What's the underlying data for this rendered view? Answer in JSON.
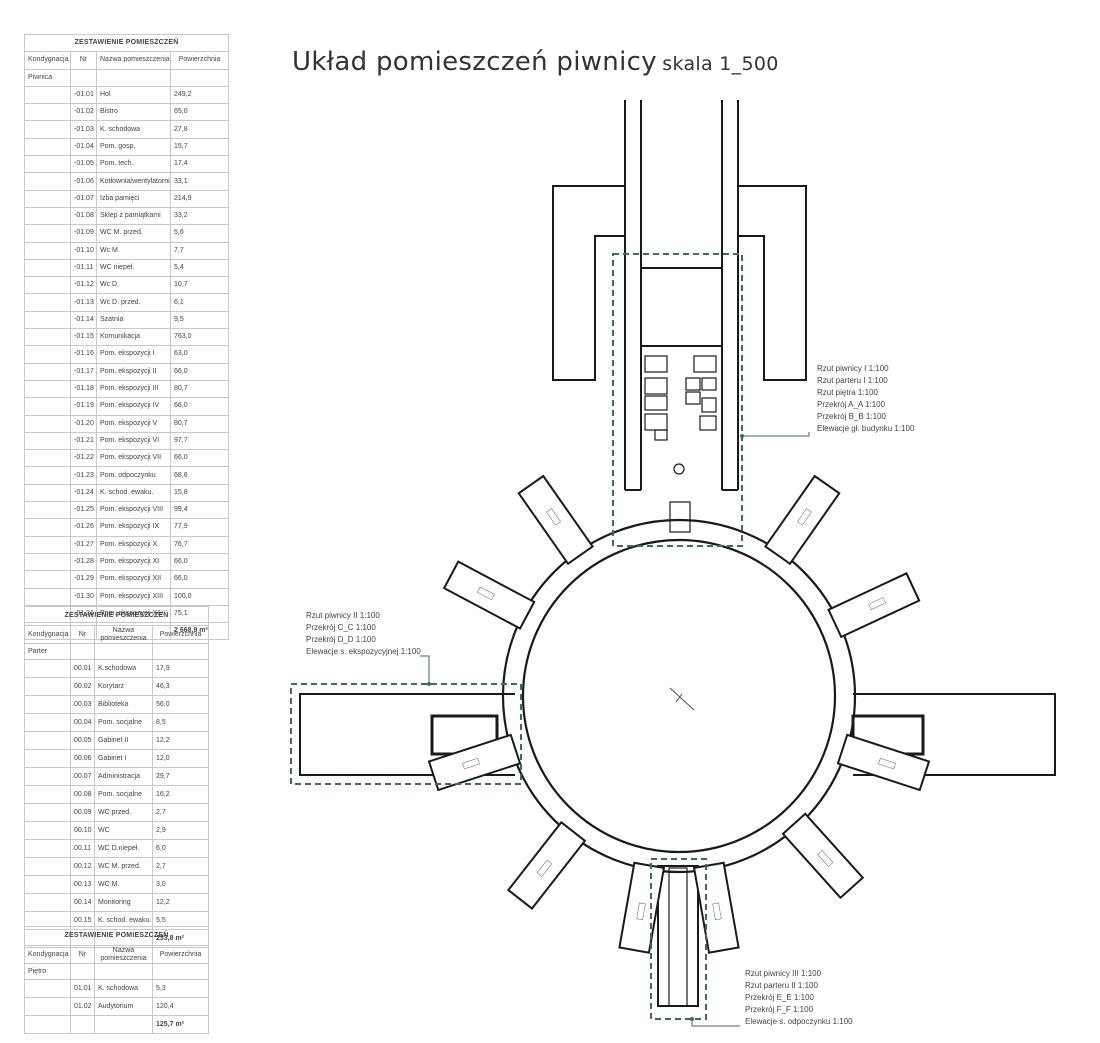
{
  "title": {
    "main": "Układ pomieszczeń piwnicy",
    "scale": "skala 1_500"
  },
  "tables": [
    {
      "title": "ZESTAWIENIE POMIESZCZEŃ",
      "headers": [
        "Kondygnacja",
        "Nr",
        "Nazwa pomieszczenia",
        "Powierzchnia"
      ],
      "level": "Piwnica",
      "rows": [
        [
          "-01.01",
          "Hol",
          "249,2"
        ],
        [
          "-01.02",
          "Bistro",
          "65,0"
        ],
        [
          "-01.03",
          "K. schodowa",
          "27,8"
        ],
        [
          "-01.04",
          "Pom. gosp.",
          "15,7"
        ],
        [
          "-01.05",
          "Pom. tech.",
          "17,4"
        ],
        [
          "-01.06",
          "Kotłownia/wentylatornia",
          "33,1"
        ],
        [
          "-01.07",
          "Izba pamięci",
          "214,9"
        ],
        [
          "-01.08",
          "Sklep z pamiątkami",
          "33,2"
        ],
        [
          "-01.09",
          "WC M. przed.",
          "5,6"
        ],
        [
          "-01.10",
          "Wc M.",
          "7,7"
        ],
        [
          "-01.11",
          "WC niepeł.",
          "5,4"
        ],
        [
          "-01.12",
          "Wc D.",
          "10,7"
        ],
        [
          "-01.13",
          "Wc D. przed.",
          "6,1"
        ],
        [
          "-01.14",
          "Szatnia",
          "9,5"
        ],
        [
          "-01.15",
          "Komunikacja",
          "763,0"
        ],
        [
          "-01.16",
          "Pom. ekspozycji I",
          "63,0"
        ],
        [
          "-01.17",
          "Pom. ekspozycji II",
          "66,0"
        ],
        [
          "-01.18",
          "Pom. ekspozycji III",
          "80,7"
        ],
        [
          "-01.19",
          "Pom. ekspozycji IV",
          "66,0"
        ],
        [
          "-01.20",
          "Pom. ekspozycji V",
          "80,7"
        ],
        [
          "-01.21",
          "Pom. ekspozycji VI",
          "97,7"
        ],
        [
          "-01.22",
          "Pom. ekspozycji VII",
          "66,0"
        ],
        [
          "-01.23",
          "Pom. odpoczynku",
          "68,6"
        ],
        [
          "-01.24",
          "K. schod. ewaku.",
          "15,8"
        ],
        [
          "-01.25",
          "Pom. ekspozycji VIII",
          "99,4"
        ],
        [
          "-01.26",
          "Pom. ekspozycji IX",
          "77,9"
        ],
        [
          "-01.27",
          "Pom. ekspozycji X",
          "76,7"
        ],
        [
          "-01.28",
          "Pom. ekspozycji XI",
          "66,0"
        ],
        [
          "-01.29",
          "Pom. ekspozycji XII",
          "66,0"
        ],
        [
          "-01.30",
          "Pom. ekspozycji XIII",
          "100,0"
        ],
        [
          "-01.31",
          "Pom. ekspozycji XIV",
          "75,1"
        ]
      ],
      "total": "2 668,9 m²"
    },
    {
      "title": "ZESTAWIENIE POMIESZCZEŃ",
      "headers": [
        "Kondygnacja",
        "Nr",
        "Nazwa pomieszczenia",
        "Powierzchnia"
      ],
      "level": "Parter",
      "rows": [
        [
          "00.01",
          "K.schodowa",
          "17,9"
        ],
        [
          "00.02",
          "Korytarz",
          "46,3"
        ],
        [
          "00.03",
          "Biblioteka",
          "56,0"
        ],
        [
          "00.04",
          "Pom. socjalne",
          "8,5"
        ],
        [
          "00.05",
          "Gabinet II",
          "12,2"
        ],
        [
          "00.06",
          "Gabinet I",
          "12,0"
        ],
        [
          "00.07",
          "Administracja",
          "29,7"
        ],
        [
          "00.08",
          "Pom. socjalne",
          "16,2"
        ],
        [
          "00.09",
          "WC przed.",
          "2,7"
        ],
        [
          "00.10",
          "WC",
          "2,9"
        ],
        [
          "00.11",
          "WC D.niepeł.",
          "6,0"
        ],
        [
          "00.12",
          "WC M. przed.",
          "2,7"
        ],
        [
          "00.13",
          "WC M.",
          "3,0"
        ],
        [
          "00.14",
          "Monitoring",
          "12,2"
        ],
        [
          "00.15",
          "K. schod. ewaku.",
          "5,5"
        ]
      ],
      "total": "233,8 m²"
    },
    {
      "title": "ZESTAWIENIE POMIESZCZEŃ",
      "headers": [
        "Kondygnacja",
        "Nr",
        "Nazwa pomieszczenia",
        "Powierzchnia"
      ],
      "level": "Piętro",
      "rows": [
        [
          "01.01",
          "K. schodowa",
          "5,3"
        ],
        [
          "01.02",
          "Audytorium",
          "120,4"
        ]
      ],
      "total": "125,7 m²"
    }
  ],
  "callouts": {
    "north": [
      "Rzut piwnicy I 1:100",
      "Rzut parteru I 1:100",
      "Rzut piętra 1:100",
      "Przekrój A_A 1:100",
      "Przekrój B_B 1:100",
      "Elewacje gł. budynku 1:100"
    ],
    "west": [
      "Rzut piwnicy II 1:100",
      "Przekrój C_C 1:100",
      "Przekrój D_D 1:100",
      "Elewacje s. ekspozycyjnej 1:100"
    ],
    "south": [
      "Rzut piwnicy III 1:100",
      "Rzut parteru II 1:100",
      "Przekrój E_E 1:100",
      "Przekrój F_F 1:100",
      "Elewacje s. odpoczynku 1:100"
    ]
  },
  "colors": {
    "line": "#1a1a1a",
    "dashed": "#3e6e4e",
    "grid": "#c9c9c9",
    "text": "#444444"
  }
}
